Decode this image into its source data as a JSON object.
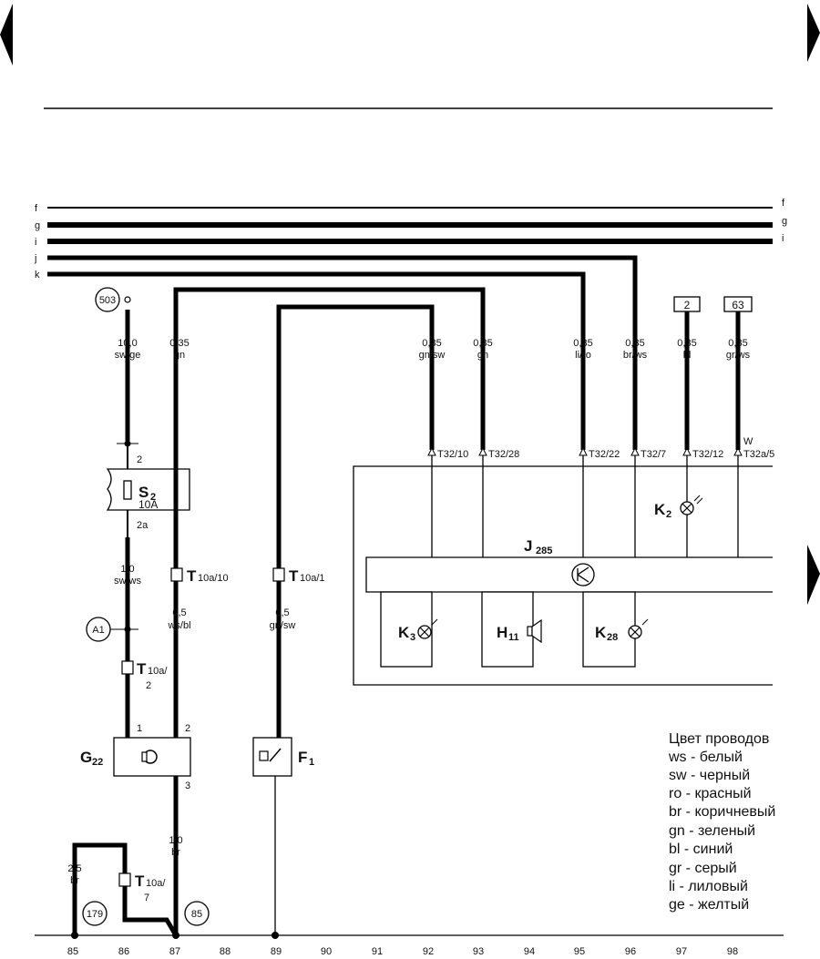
{
  "nav": {
    "prev": "previous-page",
    "next": "next-page",
    "forward": "forward-page"
  },
  "buses": [
    "f",
    "g",
    "i",
    "j",
    "k"
  ],
  "components": {
    "s2": {
      "label": "S",
      "sub": "2",
      "rating": "10A"
    },
    "g22": {
      "label": "G",
      "sub": "22"
    },
    "f1": {
      "label": "F",
      "sub": "1"
    },
    "j285": {
      "label": "J",
      "sub": "285"
    },
    "k2": {
      "label": "K",
      "sub": "2"
    },
    "k3": {
      "label": "K",
      "sub": "3"
    },
    "h11": {
      "label": "H",
      "sub": "11"
    },
    "k28": {
      "label": "K",
      "sub": "28"
    }
  },
  "references": {
    "r503": "503",
    "ra1": "A1",
    "r179": "179",
    "r85": "85",
    "box2": "2",
    "box63": "63"
  },
  "wires": {
    "w_s2_top": {
      "gauge": "10,0",
      "color": "sw/ge"
    },
    "w_s2_bot": {
      "gauge": "1,0",
      "color": "sw/ws"
    },
    "w_gn": {
      "gauge": "0,35",
      "color": "gn"
    },
    "w_wsbl": {
      "gauge": "0,5",
      "color": "ws/bl"
    },
    "w_gnsw_f1": {
      "gauge": "0,5",
      "color": "gn/sw"
    },
    "w_br_g22": {
      "gauge": "1,0",
      "color": "br"
    },
    "w_br_179": {
      "gauge": "2,5",
      "color": "br"
    },
    "w92": {
      "gauge": "0,35",
      "color": "gn/sw"
    },
    "w93": {
      "gauge": "0,35",
      "color": "gn"
    },
    "w95": {
      "gauge": "0,35",
      "color": "li/ro"
    },
    "w96": {
      "gauge": "0,35",
      "color": "br/ws"
    },
    "w97": {
      "gauge": "0,35",
      "color": "bl"
    },
    "w98": {
      "gauge": "0,35",
      "color": "gr/ws"
    }
  },
  "pins": {
    "s2_in": "2",
    "s2_out": "2a",
    "g22_1": "1",
    "g22_2": "2",
    "g22_3": "3",
    "w_letter": "W"
  },
  "connectors": {
    "t10a10": {
      "base": "T",
      "sub": "10a/10"
    },
    "t10a1": {
      "base": "T",
      "sub": "10a/1"
    },
    "t10a2": {
      "base": "T",
      "sub": "10a/",
      "line2": "2"
    },
    "t10a7": {
      "base": "T",
      "sub": "10a/",
      "line2": "7"
    },
    "t3210": "T32/10",
    "t3228": "T32/28",
    "t3222": "T32/22",
    "t327": "T32/7",
    "t3212": "T32/12",
    "t32a5": "T32a/5"
  },
  "tracks": [
    "85",
    "86",
    "87",
    "88",
    "89",
    "90",
    "91",
    "92",
    "93",
    "94",
    "95",
    "96",
    "97",
    "98"
  ],
  "legend": {
    "title": "Цвет проводов",
    "items": [
      "ws - белый",
      "sw - черный",
      "ro - красный",
      "br - коричневый",
      "gn - зеленый",
      "bl - синий",
      "gr - серый",
      "li - лиловый",
      "ge - желтый"
    ]
  }
}
